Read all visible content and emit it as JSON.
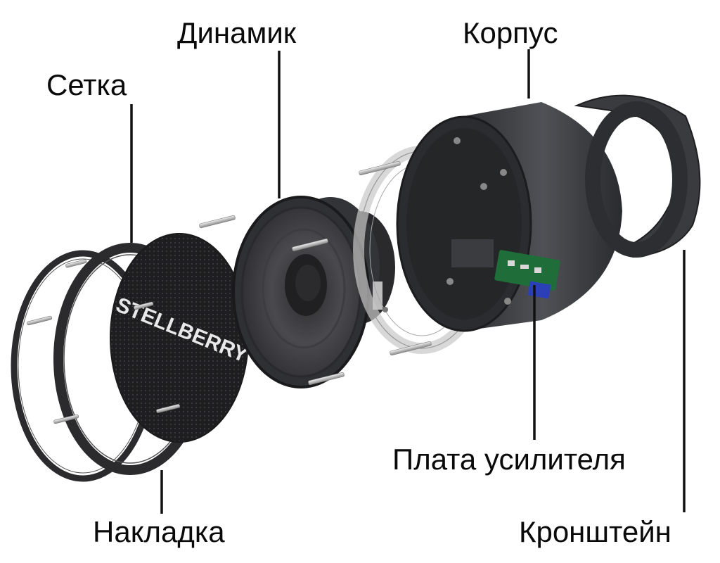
{
  "labels": {
    "setka": "Сетка",
    "dinamik": "Динамик",
    "korpus": "Корпус",
    "plata": "Плата усилителя",
    "nakladka": "Накладка",
    "kronshtein": "Кронштейн"
  },
  "grille_logo": "STELLBERRY",
  "colors": {
    "dark": "#2b2b2e",
    "body": "#3a3b3e",
    "pcb": "#1f6e3a",
    "leader": "#111111"
  }
}
